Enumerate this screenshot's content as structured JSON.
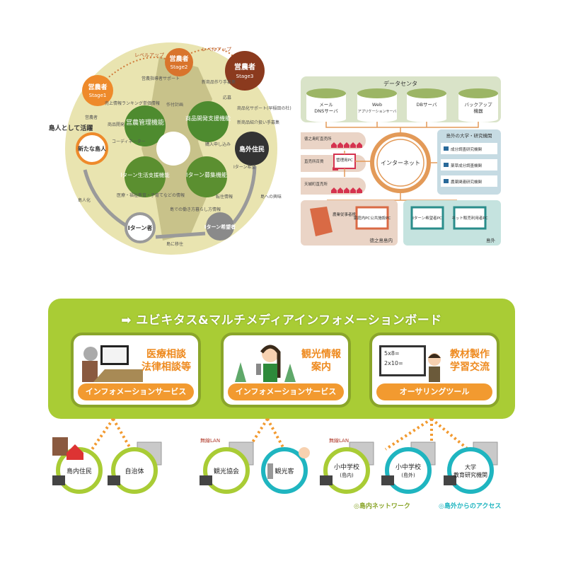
{
  "cycle": {
    "center_petals": [
      "営農管理機能",
      "商品開発支援機能",
      "Iターン生活支援機能",
      "Iターン募集機能"
    ],
    "stages": [
      {
        "title": "営農者",
        "sub": "Stage1"
      },
      {
        "title": "営農者",
        "sub": "Stage2"
      },
      {
        "title": "営農者",
        "sub": "Stage3"
      }
    ],
    "level_up": "レベルアップ",
    "new_islander": "新たな島人",
    "active_label": "島人として活躍",
    "outside_resident": "島外住民",
    "iturn_hopeful": "Iターン希望者",
    "iturn_person": "Iターン者",
    "labels": {
      "support": "営農指導者サポート",
      "sales": "売上情報ランキング単価情報",
      "plan": "作付計画",
      "producer": "新商品作り手募集",
      "apply": "応募",
      "productize": "商品化サポート(早稲田の杜)",
      "intro": "新商品紹介扱い手募集",
      "purchase": "購入申し込み",
      "farmer": "営農者",
      "product_dev": "商品開発",
      "coordinator": "コーディネーター",
      "iturn_hope": "Iターン希望",
      "islandize": "島人化",
      "life_info": "医療・福祉教育・子育てなどの情報",
      "work_info": "島での働き方暮らし方情報",
      "housing": "転住情報",
      "interest": "島への興味",
      "move": "島に移住"
    }
  },
  "network": {
    "datacenter": "データセンタ",
    "servers": [
      {
        "l1": "メール",
        "l2": "DNSサーバ"
      },
      {
        "l1": "Web",
        "l2": "アプリケーションサーバ"
      },
      {
        "l1": "DBサーバ",
        "l2": ""
      },
      {
        "l1": "バックアップ",
        "l2": "機器"
      }
    ],
    "internet": "インターネット",
    "shops": [
      "徳之島町直売所",
      "直売所百貨",
      "天城町直売所"
    ],
    "admin_pc": "管理用PC",
    "research_title": "島外の大学・研究機関",
    "research": [
      "成分調査研究機関",
      "薬草成分調査機関",
      "農薬関連研究機関"
    ],
    "farmer_mobile": "農業従事者携帯",
    "home_pc": "家庭内PC公共施設PC",
    "inside_label": "徳之島島内",
    "iturn_pc": "Iターン希望者PC",
    "net_pc": "ネット販売利用者PC",
    "outside_label": "島外"
  },
  "board": {
    "title": "ユビキタス&マルチメディアインフォメーションボード",
    "cards": [
      {
        "text1": "医療相談",
        "text2": "法律相談等",
        "button": "インフォメーションサービス"
      },
      {
        "text1": "観光情報",
        "text2": "案内",
        "button": "インフォメーションサービス"
      },
      {
        "text1": "教材製作",
        "text2": "学習交流",
        "button": "オーサリングツール",
        "board1": "5x8=",
        "board2": "2x10="
      }
    ]
  },
  "nodes": [
    {
      "l1": "島内住民",
      "l2": "",
      "type": "inside"
    },
    {
      "l1": "自治体",
      "l2": "",
      "type": "inside"
    },
    {
      "l1": "観光協会",
      "l2": "",
      "type": "inside"
    },
    {
      "l1": "観光客",
      "l2": "",
      "type": "outside"
    },
    {
      "l1": "小中学校",
      "l2": "(島内)",
      "type": "inside"
    },
    {
      "l1": "小中学校",
      "l2": "(島外)",
      "type": "outside"
    },
    {
      "l1": "大学",
      "l2": "教育研究機関",
      "type": "outside"
    }
  ],
  "wireless": "無線LAN",
  "legend": {
    "inside": "◎島内ネットワーク",
    "outside": "◎島外からのアクセス"
  },
  "colors": {
    "green": "#a9cc35",
    "teal": "#1fb5c0",
    "orange": "#f29a30",
    "brown": "#8b3a1e"
  }
}
